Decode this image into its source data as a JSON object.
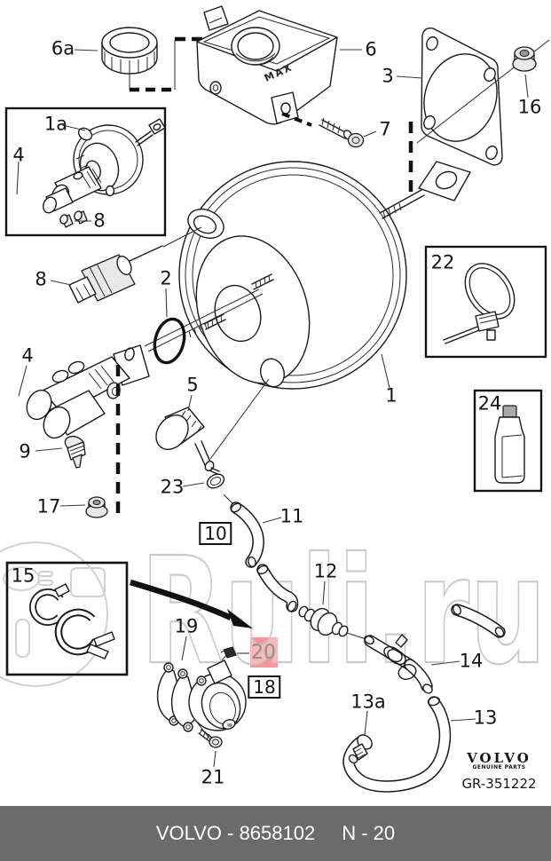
{
  "diagram": {
    "reservoir_max_label": "MAX",
    "highlight_color": "#f47c7c"
  },
  "callouts": {
    "1": "1",
    "1a": "1a",
    "2": "2",
    "3": "3",
    "4": "4",
    "4_inset": "4",
    "5": "5",
    "6": "6",
    "6a": "6a",
    "7": "7",
    "8": "8",
    "8_inset": "8",
    "9": "9",
    "10": "10",
    "11": "11",
    "12": "12",
    "13": "13",
    "13a": "13a",
    "14": "14",
    "15": "15",
    "16": "16",
    "17": "17",
    "18": "18",
    "19": "19",
    "20": "20",
    "21": "21",
    "22": "22",
    "23": "23",
    "24": "24"
  },
  "watermark": {
    "text": "Ruli.ru"
  },
  "brand": {
    "name": "VOLVO",
    "tagline": "GENUINE PARTS",
    "drawing_code": "GR-351222"
  },
  "footer": {
    "part_info": "VOLVO - 8658102",
    "page_info": "N - 20"
  }
}
